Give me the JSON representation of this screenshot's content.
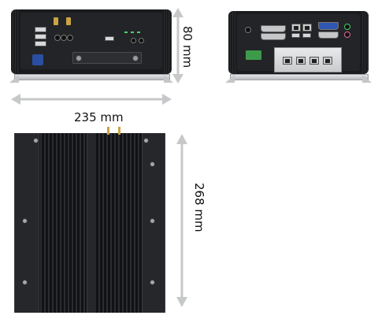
{
  "dimensions": {
    "height": "80 mm",
    "width": "235 mm",
    "depth": "268 mm"
  },
  "colors": {
    "chassis": "#1a1b1d",
    "arrow": "#c7c8ca",
    "antenna": "#c9a441",
    "vga_port": "#2f56b3",
    "terminal_block": "#3e9a4b"
  },
  "views": {
    "front": {
      "icon": "front-panel-view"
    },
    "rear": {
      "icon": "rear-panel-view"
    },
    "top": {
      "icon": "top-heatsink-view"
    }
  }
}
